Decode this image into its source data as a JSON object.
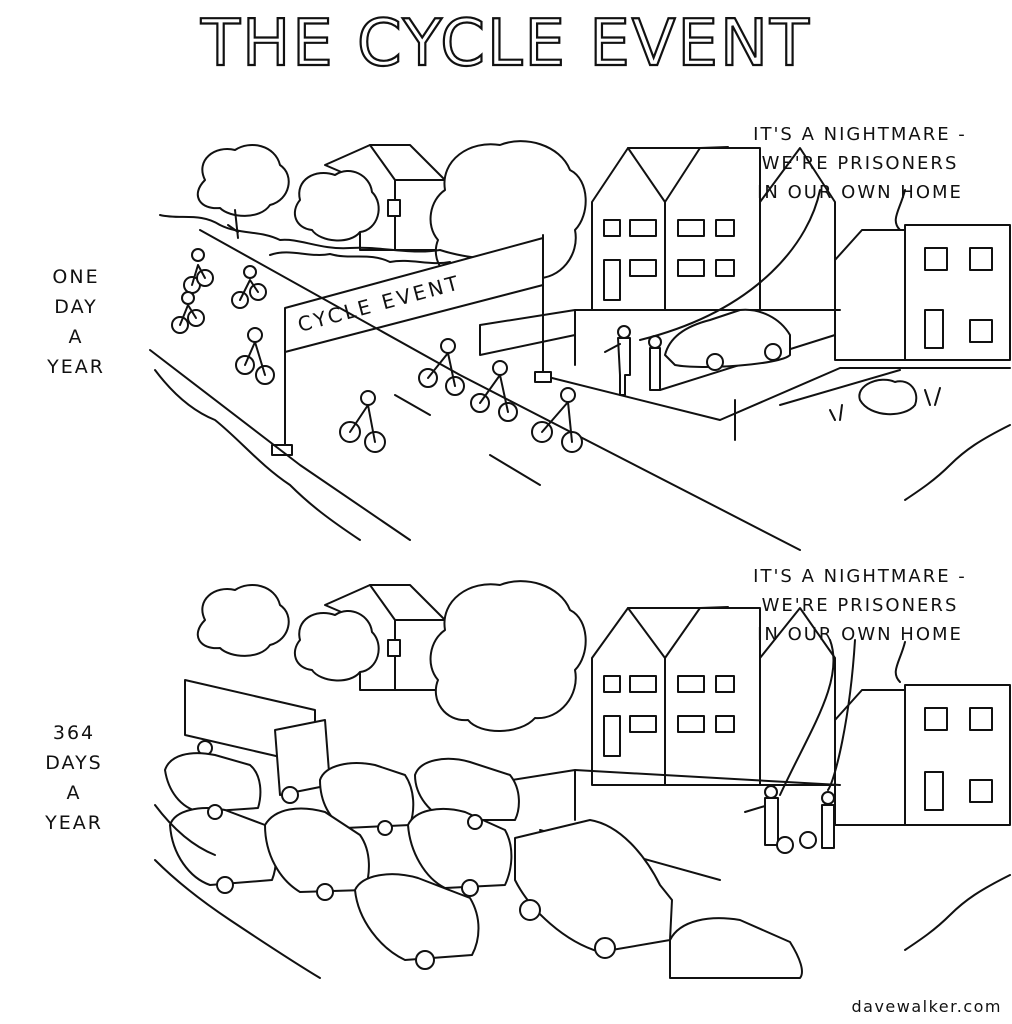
{
  "title": "THE CYCLE EVENT",
  "panels": [
    {
      "side_label": [
        "ONE",
        "DAY",
        "A",
        "YEAR"
      ],
      "banner_text": "CYCLE EVENT",
      "speech": [
        "IT'S A NIGHTMARE -",
        "WE'RE PRISONERS",
        "IN OUR OWN HOME"
      ]
    },
    {
      "side_label": [
        "364",
        "DAYS",
        "A",
        "YEAR"
      ],
      "speech": [
        "IT'S A NIGHTMARE -",
        "WE'RE PRISONERS",
        "IN OUR OWN HOME"
      ]
    }
  ],
  "credit": "davewalker.com",
  "colors": {
    "ink": "#111111",
    "paper": "#ffffff"
  }
}
